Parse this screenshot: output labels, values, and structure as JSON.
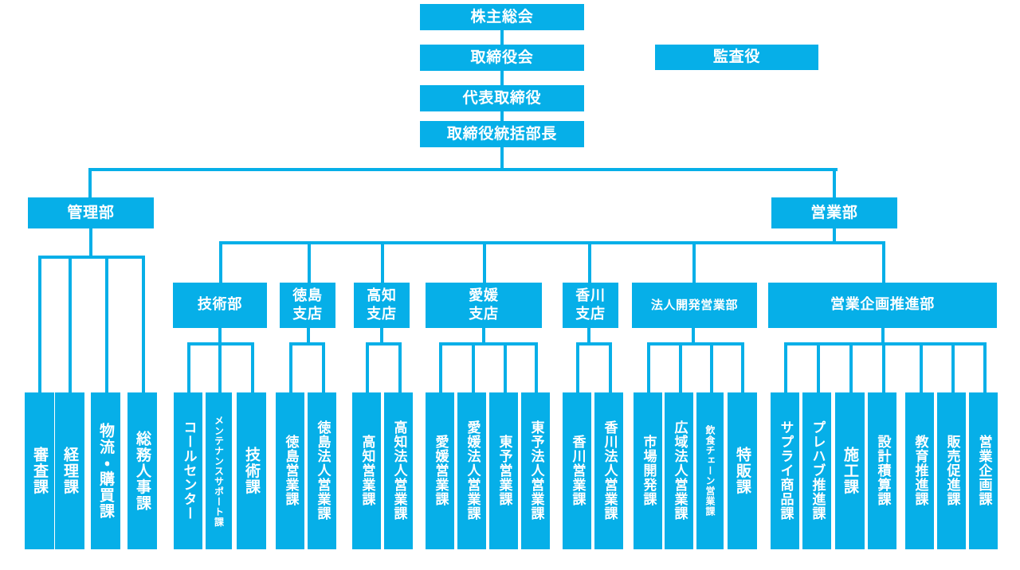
{
  "meta": {
    "title": "組織図",
    "accent_color": "#06AFE8",
    "box_text_color": "#FFFFFF",
    "background_color": "#FFFFFF"
  },
  "nodes": {
    "shareholders_meeting": "株主総会",
    "board_of_directors": "取締役会",
    "representative_director": "代表取締役",
    "director_general_manager": "取締役統括部長",
    "auditor": "監査役",
    "admin_division": "管理部",
    "sales_division": "営業部"
  },
  "departments": [
    {
      "id": "engineering",
      "label": "技術部"
    },
    {
      "id": "tokushima-branch",
      "label": "徳島\n支店"
    },
    {
      "id": "kochi-branch",
      "label": "高知\n支店"
    },
    {
      "id": "ehime-branch",
      "label": "愛媛\n支店"
    },
    {
      "id": "kagawa-branch",
      "label": "香川\n支店"
    },
    {
      "id": "corporate-dev",
      "label": "法人開発営業部"
    },
    {
      "id": "sales-planning",
      "label": "営業企画推進部"
    }
  ],
  "sections": [
    {
      "id": "admin-division-sections",
      "parent": "管理部",
      "items": [
        "審査課",
        "経理課",
        "物流・購買課",
        "総務人事課"
      ]
    },
    {
      "id": "engineering-sections",
      "parent": "技術部",
      "items": [
        "コールセンター",
        "メンテナンスサポート課",
        "技術課"
      ]
    },
    {
      "id": "tokushima-sections",
      "parent": "徳島支店",
      "items": [
        "徳島営業課",
        "徳島法人営業課"
      ]
    },
    {
      "id": "kochi-sections",
      "parent": "高知支店",
      "items": [
        "高知営業課",
        "高知法人営業課"
      ]
    },
    {
      "id": "ehime-sections",
      "parent": "愛媛支店",
      "items": [
        "愛媛営業課",
        "愛媛法人営業課",
        "東予営業課",
        "東予法人営業課"
      ]
    },
    {
      "id": "kagawa-sections",
      "parent": "香川支店",
      "items": [
        "香川営業課",
        "香川法人営業課"
      ]
    },
    {
      "id": "corporate-dev-sections",
      "parent": "法人開発営業部",
      "items": [
        "市場開発課",
        "広域法人営業課",
        "飲食チェーン営業課",
        "特販課"
      ]
    },
    {
      "id": "sales-planning-sections",
      "parent": "営業企画推進部",
      "items": [
        "サプライ商品課",
        "プレハブ推進課",
        "施工課",
        "設計積算課",
        "教育推進課",
        "販売促進課",
        "営業企画課"
      ]
    }
  ],
  "leaves": {
    "l0": "審査課",
    "l1": "経理課",
    "l2": "物流・購買課",
    "l3": "総務人事課",
    "l4": "コールセンター",
    "l5": "メンテナンスサポート課",
    "l6": "技術課",
    "l7": "徳島営業課",
    "l8": "徳島法人営業課",
    "l9": "高知営業課",
    "l10": "高知法人営業課",
    "l11": "愛媛営業課",
    "l12": "愛媛法人営業課",
    "l13": "東予営業課",
    "l14": "東予法人営業課",
    "l15": "香川営業課",
    "l16": "香川法人営業課",
    "l17": "市場開発課",
    "l18": "広域法人営業課",
    "l19": "飲食チェーン営業課",
    "l20": "特販課",
    "l21": "サプライ商品課",
    "l22": "プレハブ推進課",
    "l23": "施工課",
    "l24": "設計積算課",
    "l25": "教育推進課",
    "l26": "販売促進課",
    "l27": "営業企画課"
  }
}
